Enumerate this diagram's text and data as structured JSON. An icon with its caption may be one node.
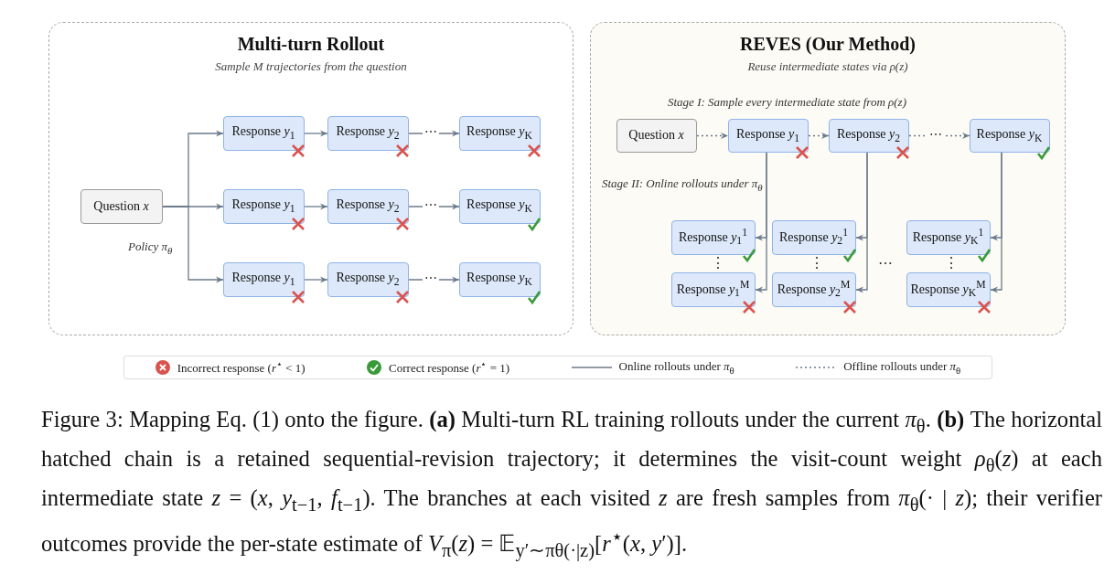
{
  "diagram": {
    "caption": "Figure 3: Mapping Eq. (1) onto the figure. **(a)** Multi-turn RL training rollouts under the current *π*$_{θ}$. **(b)** The horizontal hatched chain is a retained sequential-revision trajectory; it determines the visit-count weight *ρ*$_{θ}$(*z*) at each intermediate state *z* = (*x*, *y*$_{t−1}$, *f*$_{t−1}$). The branches at each visited *z* are fresh samples from *π*$_{θ}$(· | *z*); their verifier outcomes provide the per-state estimate of *V*$_{π}$(*z*) = 𝔼$_{y′∼πθ(·|z)}$[*r*$^{⋆}$(*x*, *y*′)].",
    "nodes": [
      {
        "text": [
          "Multi-turn Rollout",
          "Sample M trajectories from the question"
        ]
      },
      {
        "text": [
          "Question *x*"
        ],
        "in": 0
      },
      {
        "text": [
          "Response *y*$_{1}$"
        ],
        "in": 0
      },
      {
        "text": [
          "Response *y*$_{2}$"
        ],
        "in": 0
      },
      {
        "text": [
          "Response *y*$_{K}$"
        ],
        "in": 0
      },
      {
        "text": [
          "Response *y*$_{1}$"
        ],
        "in": 0
      },
      {
        "text": [
          "Response *y*$_{2}$"
        ],
        "in": 0
      },
      {
        "text": [
          "Response *y*$_{K}$"
        ],
        "in": 0
      },
      {
        "text": [
          "Response *y*$_{1}$"
        ],
        "in": 0
      },
      {
        "text": [
          "Response *y*$_{2}$"
        ],
        "in": 0
      },
      {
        "text": [
          "Response *y*$_{K}$"
        ],
        "in": 0
      },
      {
        "text": [
          "REVES (Our Method)",
          "Reuse intermediate states via ρ(z)"
        ]
      },
      {
        "text": [
          "Question *x*"
        ],
        "in": 11
      },
      {
        "text": [
          "Response *y*$_{1}$"
        ],
        "in": 11
      },
      {
        "text": [
          "Response *y*$_{2}$"
        ],
        "in": 11
      },
      {
        "text": [
          "Response *y*$_{K}$"
        ],
        "in": 11
      },
      {
        "text": [
          "Response *y*$_{1}$$^{1}$"
        ],
        "in": 11
      },
      {
        "text": [
          "Response *y*$_{2}$$^{1}$"
        ],
        "in": 11
      },
      {
        "text": [
          "Response *y*$_{K}$$^{1}$"
        ],
        "in": 11
      },
      {
        "text": [
          "Response *y*$_{1}$$^{M}$"
        ],
        "in": 11
      },
      {
        "text": [
          "Response *y*$_{2}$$^{M}$"
        ],
        "in": 11
      },
      {
        "text": [
          "Response *y*$_{K}$$^{M}$"
        ],
        "in": 11
      }
    ],
    "edges": [
      {
        "from": 1,
        "to": 2,
        "arrow": "to"
      },
      {
        "from": 1,
        "to": 5,
        "arrow": "to"
      },
      {
        "from": 1,
        "to": 8,
        "arrow": "to"
      },
      {
        "from": 2,
        "to": 3,
        "arrow": "to"
      },
      {
        "from": 3,
        "to": 4,
        "arrow": "to",
        "label": "⋯"
      },
      {
        "from": 5,
        "to": 6,
        "arrow": "to"
      },
      {
        "from": 6,
        "to": 7,
        "arrow": "to",
        "label": "⋯"
      },
      {
        "from": 8,
        "to": 9,
        "arrow": "to"
      },
      {
        "from": 9,
        "to": 10,
        "arrow": "to",
        "label": "⋯"
      },
      {
        "from": 12,
        "to": 13,
        "arrow": "to",
        "style": "dashed"
      },
      {
        "from": 13,
        "to": 14,
        "arrow": "to",
        "style": "dashed"
      },
      {
        "from": 14,
        "to": 15,
        "arrow": "to",
        "style": "dashed",
        "label": "⋯"
      },
      {
        "from": 13,
        "to": 16,
        "arrow": "to"
      },
      {
        "from": 13,
        "to": 19,
        "arrow": "to"
      },
      {
        "from": 14,
        "to": 17,
        "arrow": "to"
      },
      {
        "from": 14,
        "to": 20,
        "arrow": "to"
      },
      {
        "from": 15,
        "to": 18,
        "arrow": "to"
      },
      {
        "from": 15,
        "to": 21,
        "arrow": "to"
      }
    ],
    "labels": [
      "Policy π$_{θ}$",
      "Stage I: Sample every intermediate state from ρ(z)",
      "Stage II: Online rollouts under π$_{θ}$",
      "⋮",
      "⋮",
      "⋯",
      "⋮"
    ],
    "legend": [
      {
        "text": "Incorrect response (*r*$^{⋆}$ < 1)"
      },
      {
        "text": "Correct response (*r*$^{⋆}$ = 1)"
      },
      {
        "text": "Online rollouts under *π*$_{θ}$"
      },
      {
        "text": "Offline rollouts under *π*$_{θ}$"
      }
    ]
  }
}
